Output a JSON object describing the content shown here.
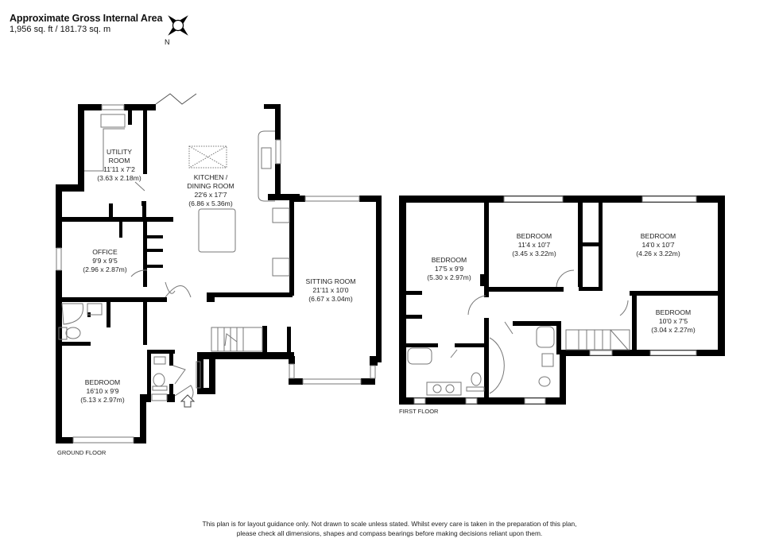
{
  "header": {
    "title": "Approximate Gross Internal Area",
    "area": "1,956 sq. ft / 181.73 sq. m"
  },
  "compass": {
    "icon": "compass-icon",
    "north_label": "N"
  },
  "ground_floor": {
    "label": "GROUND FLOOR",
    "rooms": [
      {
        "name": "UTILITY\nROOM",
        "line1": "UTILITY",
        "line2": "ROOM",
        "imperial": "11'11 x 7'2",
        "metric": "(3.63 x 2.18m)"
      },
      {
        "name": "KITCHEN / DINING ROOM",
        "line1": "KITCHEN /",
        "line2": "DINING ROOM",
        "imperial": "22'6 x 17'7",
        "metric": "(6.86 x 5.36m)"
      },
      {
        "name": "OFFICE",
        "line1": "OFFICE",
        "imperial": "9'9 x 9'5",
        "metric": "(2.96 x 2.87m)"
      },
      {
        "name": "SITTING ROOM",
        "line1": "SITTING ROOM",
        "imperial": "21'11 x 10'0",
        "metric": "(6.67 x 3.04m)"
      },
      {
        "name": "BEDROOM",
        "line1": "BEDROOM",
        "imperial": "16'10 x 9'9",
        "metric": "(5.13 x 2.97m)"
      }
    ]
  },
  "first_floor": {
    "label": "FIRST FLOOR",
    "rooms": [
      {
        "line1": "BEDROOM",
        "imperial": "17'5 x 9'9",
        "metric": "(5.30 x 2.97m)"
      },
      {
        "line1": "BEDROOM",
        "imperial": "11'4 x 10'7",
        "metric": "(3.45 x 3.22m)"
      },
      {
        "line1": "BEDROOM",
        "imperial": "14'0 x 10'7",
        "metric": "(4.26 x 3.22m)"
      },
      {
        "line1": "BEDROOM",
        "imperial": "10'0 x 7'5",
        "metric": "(3.04 x 2.27m)"
      }
    ]
  },
  "disclaimer": {
    "line1": "This plan is for layout guidance only.  Not drawn to scale unless stated. Whilst every care is taken in the preparation of this plan,",
    "line2": "please check all dimensions, shapes and compass bearings before making decisions reliant upon them."
  },
  "colors": {
    "wall": "#000000",
    "fixture": "#888888",
    "background": "#ffffff"
  }
}
